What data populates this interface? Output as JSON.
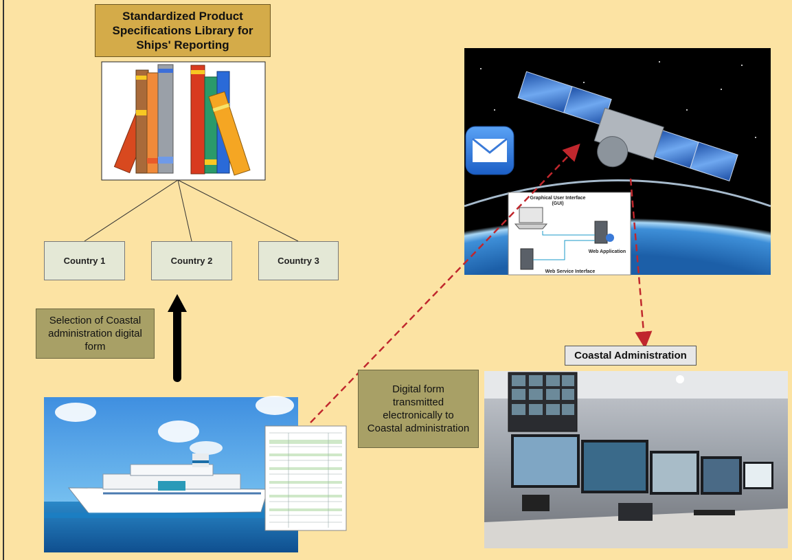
{
  "library": {
    "title": "Standardized Product Specifications Library for Ships' Reporting"
  },
  "countries": [
    {
      "label": "Country 1"
    },
    {
      "label": "Country 2"
    },
    {
      "label": "Country 3"
    }
  ],
  "selection_label": "Selection of Coastal administration digital form",
  "transmission_label": "Digital form transmitted electronically to Coastal administration",
  "coastal_admin_label": "Coastal Administration",
  "gui_panel": {
    "title_line1": "Graphical User Interface",
    "title_line2": "(GUI)",
    "web_application": "Web Application",
    "web_service_interface": "Web Service Interface"
  },
  "colors": {
    "background": "#fce3a3",
    "title_box": "#d4ab49",
    "label_box": "#a8a066",
    "country_box": "#e4e8d6",
    "dashed_arrow": "#c0272d",
    "solid_arrow": "#000000"
  }
}
